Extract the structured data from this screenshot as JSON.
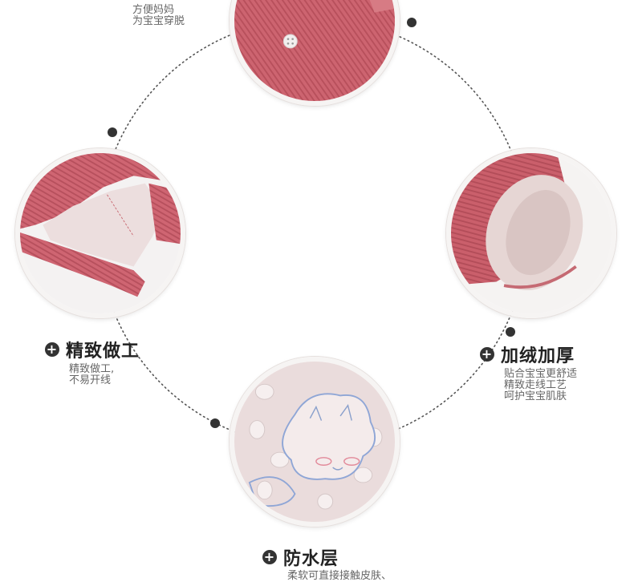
{
  "top_feature": {
    "desc_lines": [
      "方便妈妈",
      "为宝宝穿脱"
    ]
  },
  "left_feature": {
    "title": "精致做工",
    "desc_lines": [
      "精致做工,",
      "不易开线"
    ]
  },
  "right_feature": {
    "title": "加绒加厚",
    "desc_lines": [
      "贴合宝宝更舒适",
      "精致走线工艺",
      "呵护宝宝肌肤"
    ]
  },
  "bottom_feature": {
    "title": "防水层",
    "desc_lines": [
      "柔软可直接接触皮肤、"
    ]
  },
  "colors": {
    "fabric_pink": "#c9606a",
    "fleece": "#ead8d6",
    "background": "#ffffff",
    "dot": "#333333"
  },
  "icons": [
    "plus-icon",
    "button-icon"
  ]
}
